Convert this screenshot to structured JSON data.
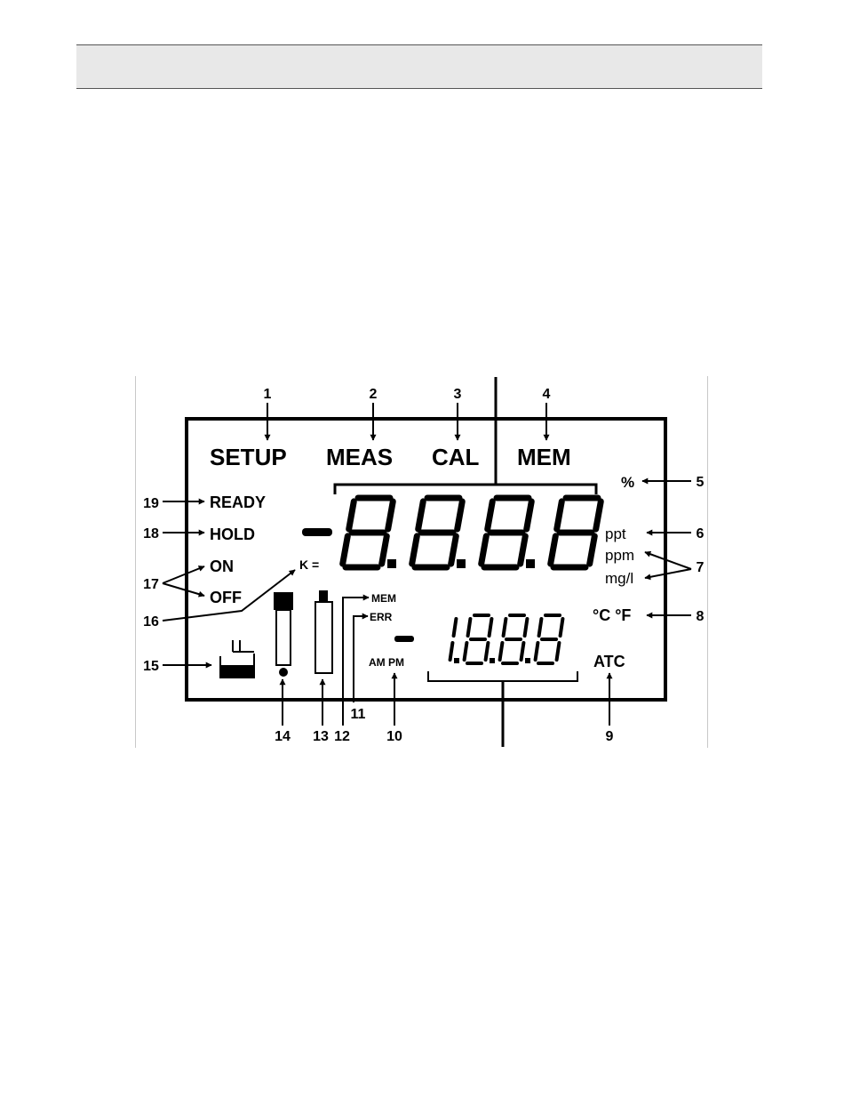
{
  "header": {
    "title": ""
  },
  "lcd": {
    "mode_labels": [
      "SETUP",
      "MEAS",
      "CAL",
      "MEM"
    ],
    "status_labels": [
      "READY",
      "HOLD",
      "ON",
      "OFF"
    ],
    "k_label": "K =",
    "main_display": "-8.8.8.8",
    "main_minus": "-",
    "main_digits": [
      "8",
      "8",
      "8",
      "8"
    ],
    "secondary_display": "-1.8.8.8",
    "secondary_digits": [
      "1",
      "8",
      "8",
      "8"
    ],
    "mem_flag": "MEM",
    "err_flag": "ERR",
    "ampm": "AM PM",
    "unit_percent": "%",
    "unit_ppt": "ppt",
    "unit_ppm": "ppm",
    "unit_mgl": "mg/l",
    "unit_temp": "°C °F",
    "atc": "ATC"
  },
  "callouts": [
    {
      "number": "1",
      "target": "SETUP"
    },
    {
      "number": "2",
      "target": "MEAS"
    },
    {
      "number": "3",
      "target": "CAL"
    },
    {
      "number": "4",
      "target": "MEM"
    },
    {
      "number": "5",
      "target": "%"
    },
    {
      "number": "6",
      "target": "ppt"
    },
    {
      "number": "7",
      "target": "ppm, mg/l"
    },
    {
      "number": "8",
      "target": "°C °F"
    },
    {
      "number": "9",
      "target": "ATC"
    },
    {
      "number": "10",
      "target": "AM PM"
    },
    {
      "number": "11",
      "target": "ERR"
    },
    {
      "number": "12",
      "target": "MEM"
    },
    {
      "number": "13",
      "target": "electrode-icon"
    },
    {
      "number": "14",
      "target": "probe-icon"
    },
    {
      "number": "15",
      "target": "beaker-icon"
    },
    {
      "number": "16",
      "target": "K ="
    },
    {
      "number": "17",
      "target": "ON, OFF"
    },
    {
      "number": "18",
      "target": "HOLD"
    },
    {
      "number": "19",
      "target": "READY"
    }
  ],
  "icons": [
    "beaker-icon",
    "probe-icon",
    "electrode-icon",
    "arrow-icon"
  ]
}
